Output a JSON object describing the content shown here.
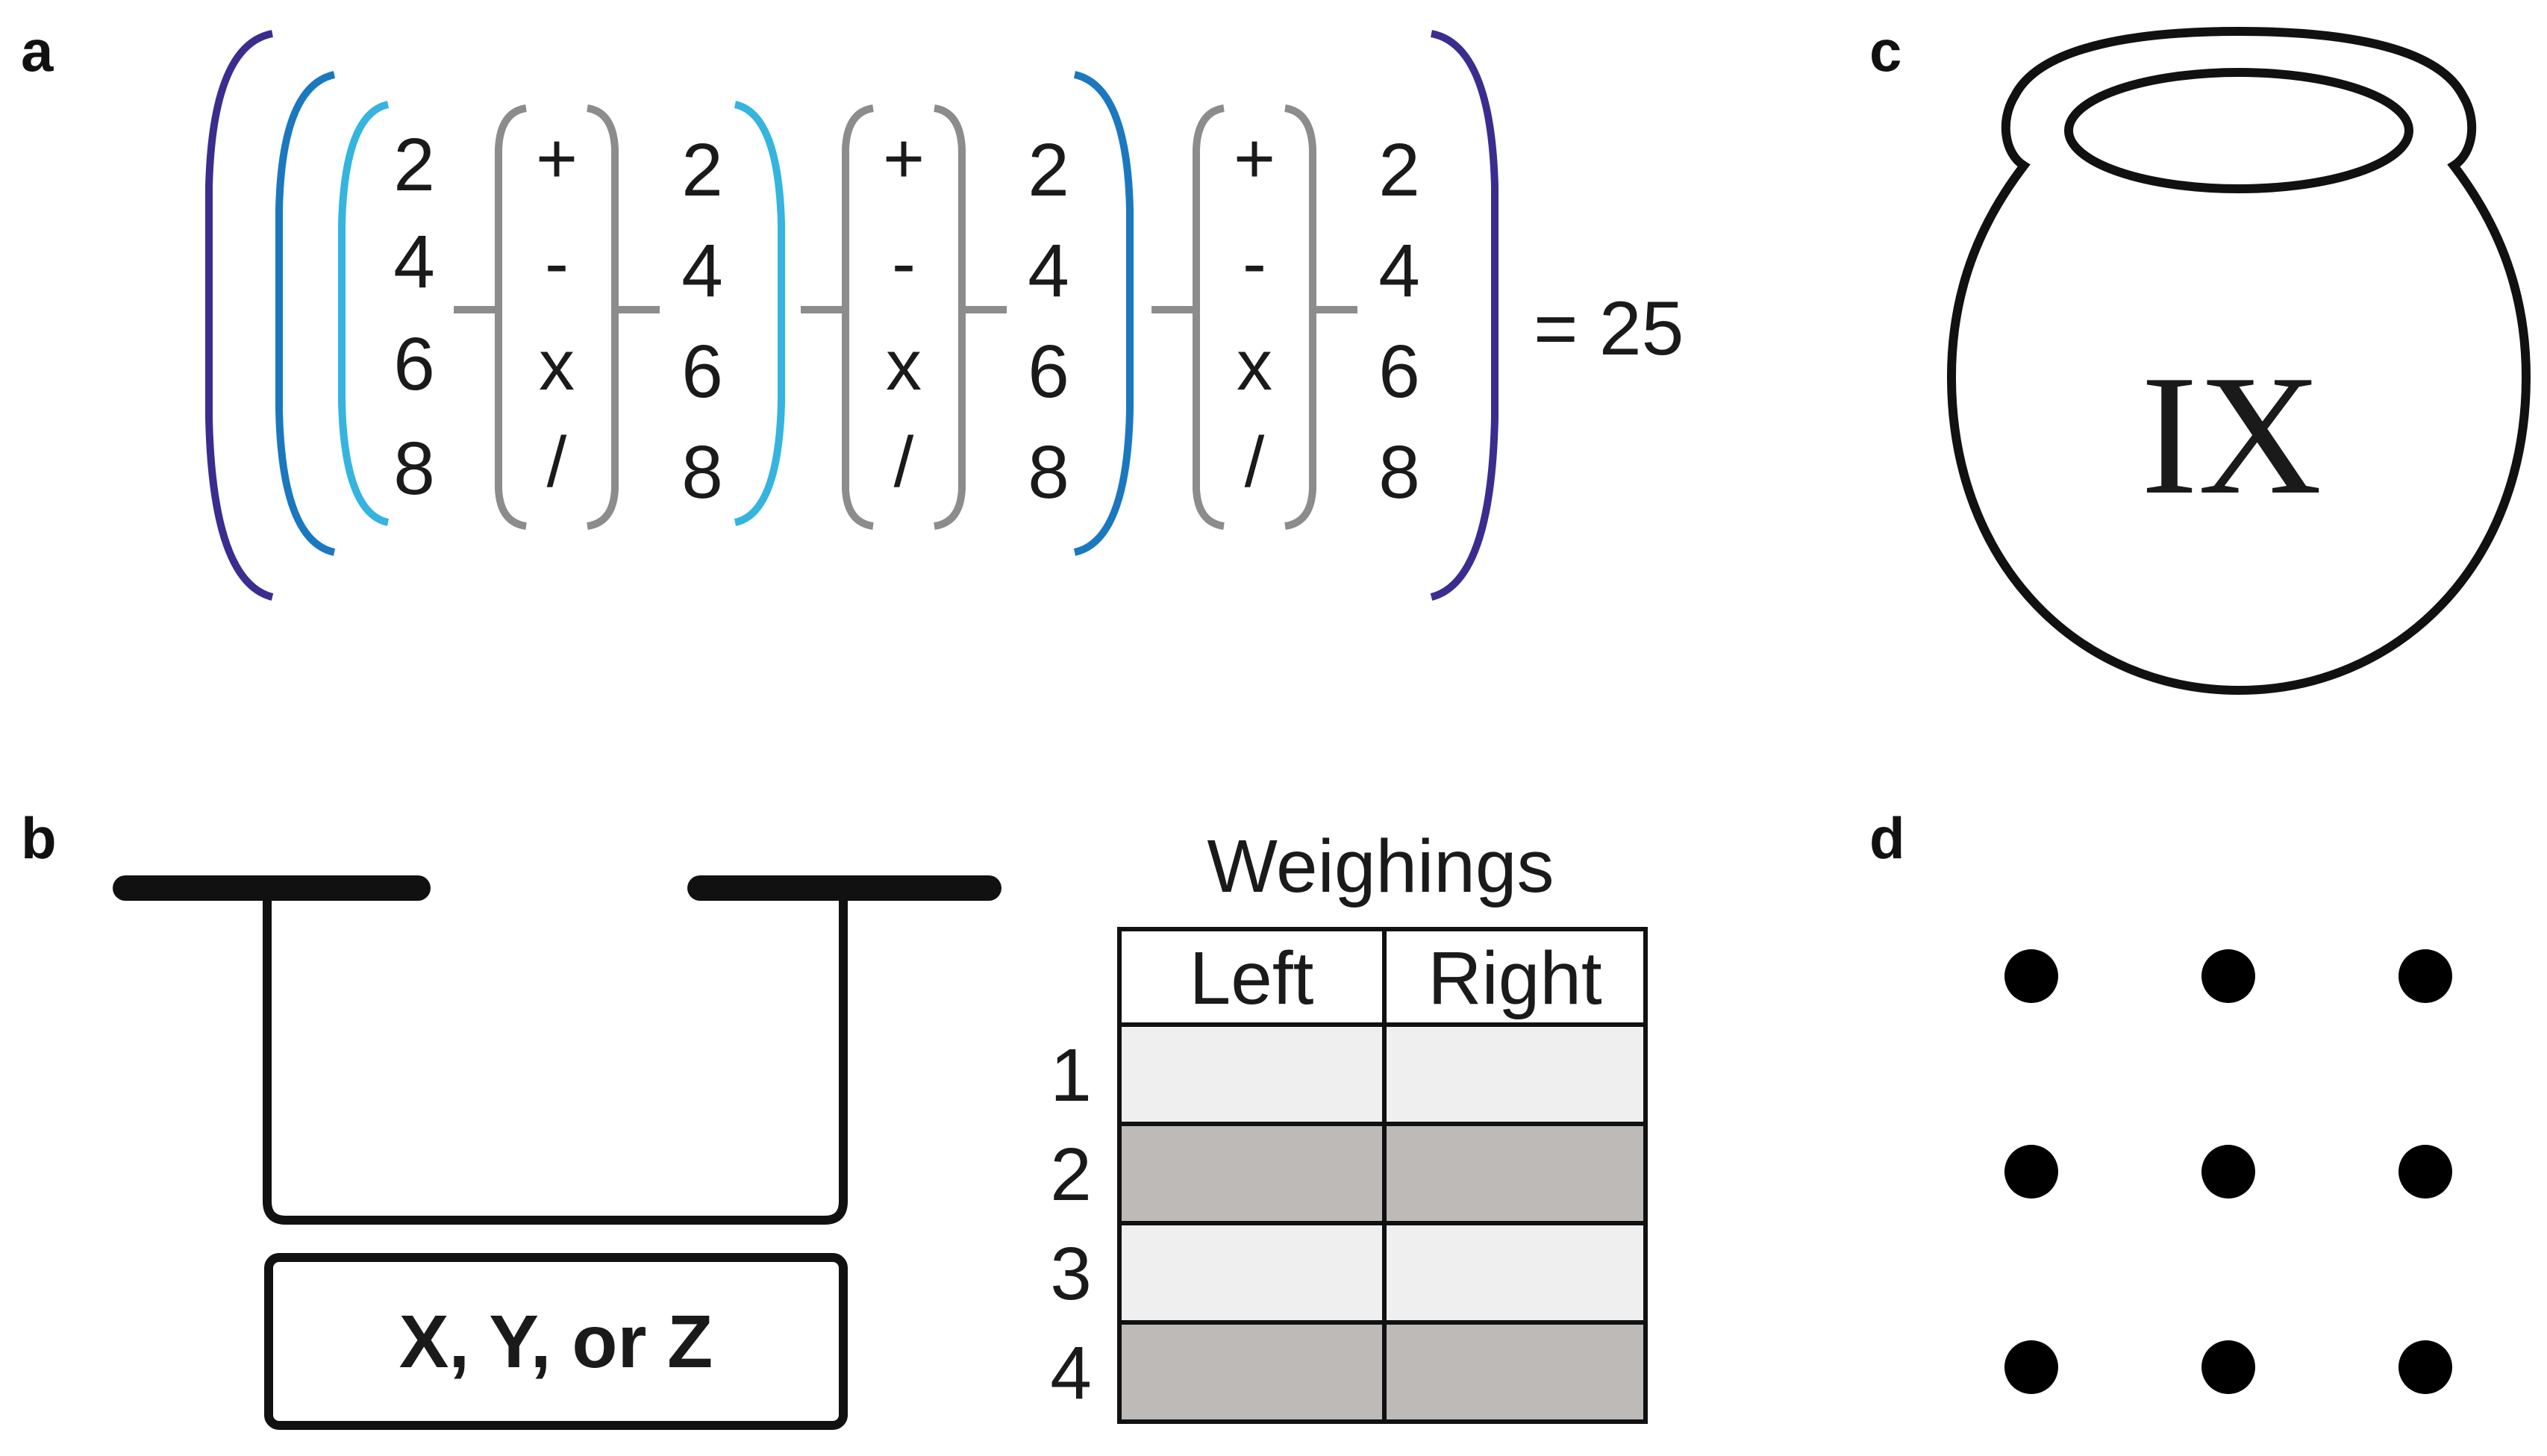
{
  "panels": {
    "a": {
      "label": "a",
      "digits": [
        "2",
        "4",
        "6",
        "8"
      ],
      "operators": [
        "+",
        "-",
        "x",
        "/"
      ],
      "result": "= 25",
      "colors": {
        "outer": "#3a2d8f",
        "middle": "#1b78bf",
        "inner": "#35b4e0",
        "operator": "#8c8c8c"
      }
    },
    "b": {
      "label": "b",
      "box_label": "X, Y, or Z",
      "table": {
        "title": "Weighings",
        "columns": [
          "Left",
          "Right"
        ],
        "rows": [
          "1",
          "2",
          "3",
          "4"
        ],
        "row_colors": [
          "#efefef",
          "#bdbab8",
          "#efefef",
          "#bdbab8"
        ]
      }
    },
    "c": {
      "label": "c",
      "urn_text": "IX"
    },
    "d": {
      "label": "d",
      "dot_grid": {
        "rows": 3,
        "cols": 3
      }
    }
  }
}
